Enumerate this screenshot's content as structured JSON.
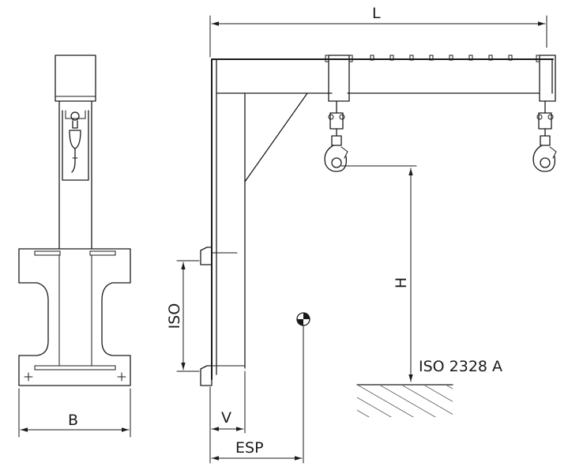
{
  "dimensions": {
    "length": "L",
    "height": "H",
    "width": "B",
    "offset_v": "V",
    "offset_esp": "ESP",
    "iso_spacing": "ISO"
  },
  "standard_label": "ISO 2328 A",
  "colors": {
    "line": "#1a1a1a",
    "background": "#ffffff"
  },
  "icons": [
    "center-of-gravity-icon",
    "lifting-hook-icon",
    "hatched-ground-icon"
  ]
}
